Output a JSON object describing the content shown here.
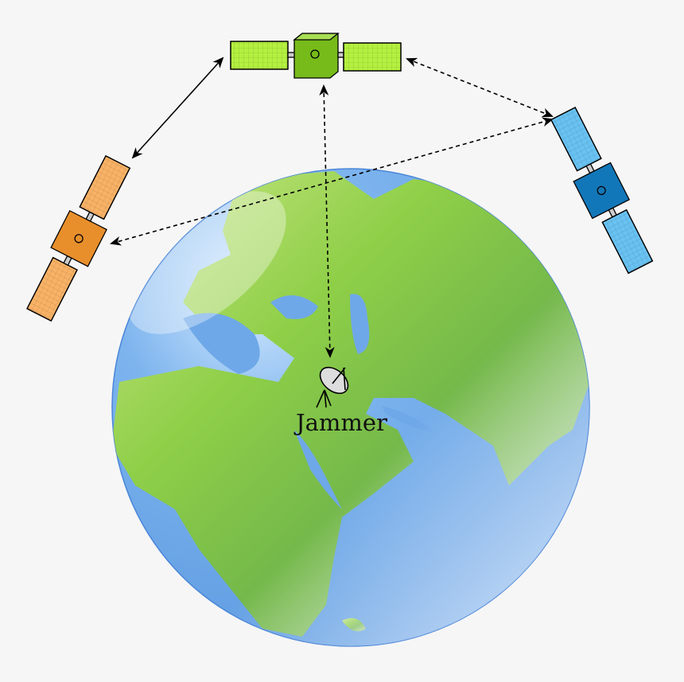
{
  "jammer_label": "Jammer",
  "colors": {
    "background": "#f6f6f6",
    "ocean": "#6fa8e8",
    "land": "#7cc040",
    "satellite_green": "#9be339",
    "satellite_orange": "#f4a651",
    "satellite_blue": "#5ab8ee"
  },
  "links": [
    {
      "from": "satellite-green",
      "to": "satellite-orange",
      "style": "solid",
      "direction": "bidirectional"
    },
    {
      "from": "satellite-green",
      "to": "jammer",
      "style": "dashed",
      "direction": "bidirectional"
    },
    {
      "from": "satellite-green",
      "to": "satellite-blue",
      "style": "dashed",
      "direction": "bidirectional"
    },
    {
      "from": "satellite-orange",
      "to": "satellite-blue",
      "style": "dashed",
      "direction": "bidirectional"
    }
  ]
}
